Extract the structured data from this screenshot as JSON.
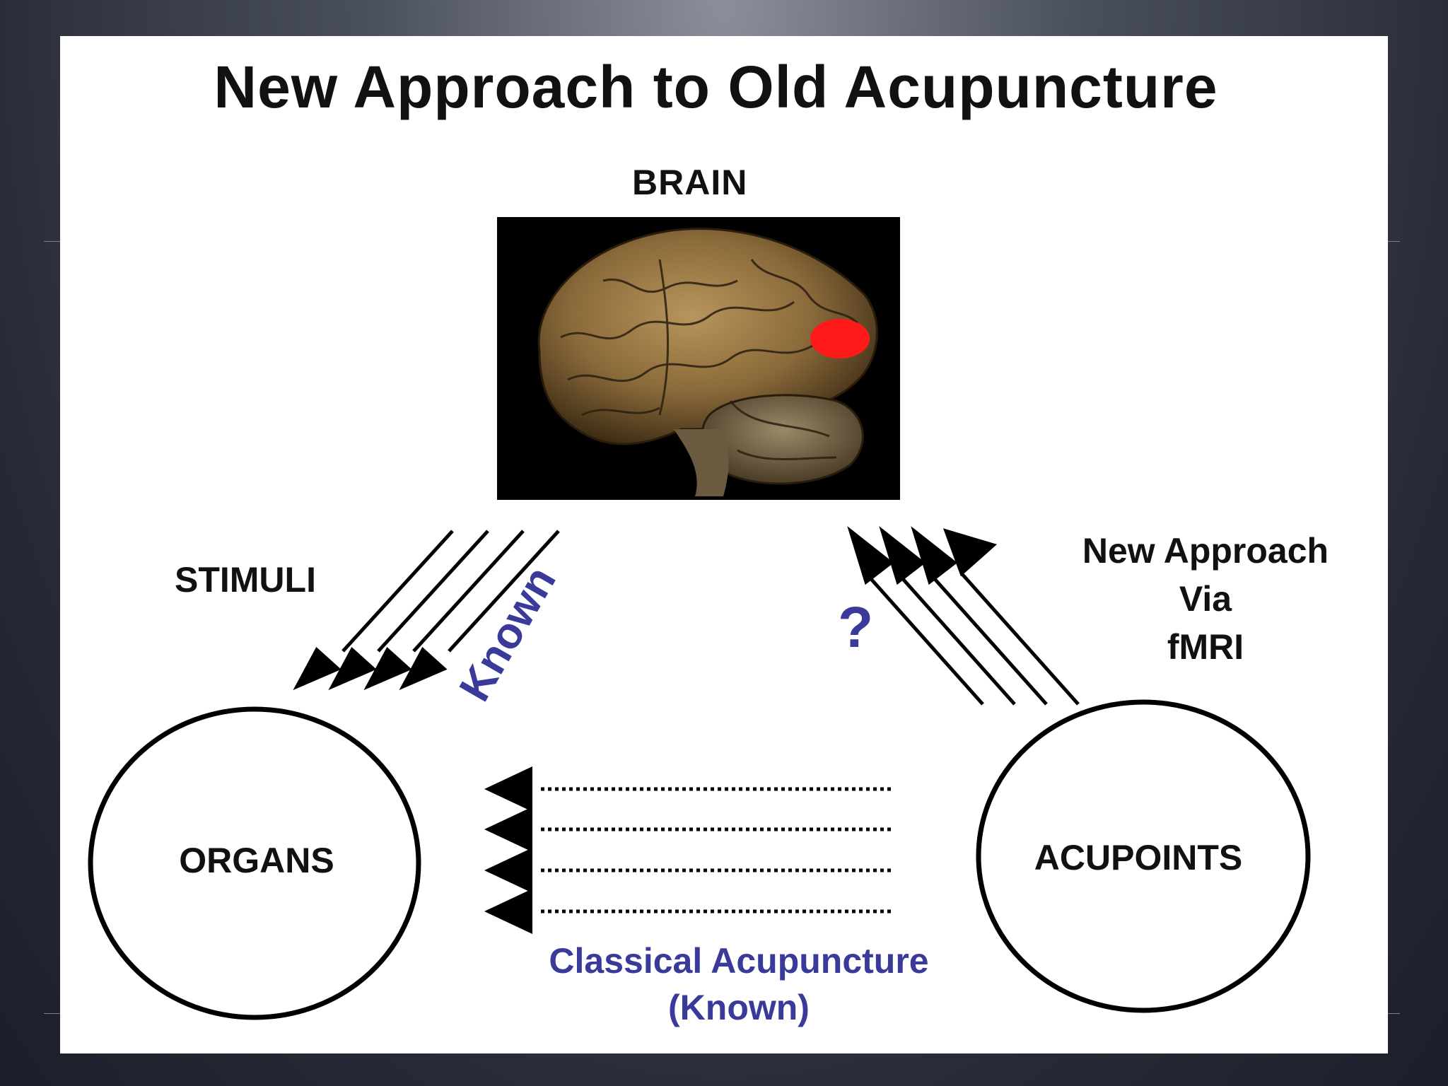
{
  "title": "New Approach to Old Acupuncture",
  "brain": {
    "label": "BRAIN"
  },
  "stimuli": {
    "label": "STIMULI"
  },
  "known_arrow": {
    "label": "Known"
  },
  "new_approach": {
    "line1": "New  Approach",
    "line2": "Via",
    "line3": "fMRI"
  },
  "question": {
    "label": "?"
  },
  "organs": {
    "label": "ORGANS"
  },
  "acupoints": {
    "label": "ACUPOINTS"
  },
  "classical": {
    "line1": "Classical Acupuncture",
    "line2": "(Known)"
  },
  "colors": {
    "blue_text": "#3a3a9a",
    "highlight": "#ff1a1a",
    "background": "#262a36"
  }
}
